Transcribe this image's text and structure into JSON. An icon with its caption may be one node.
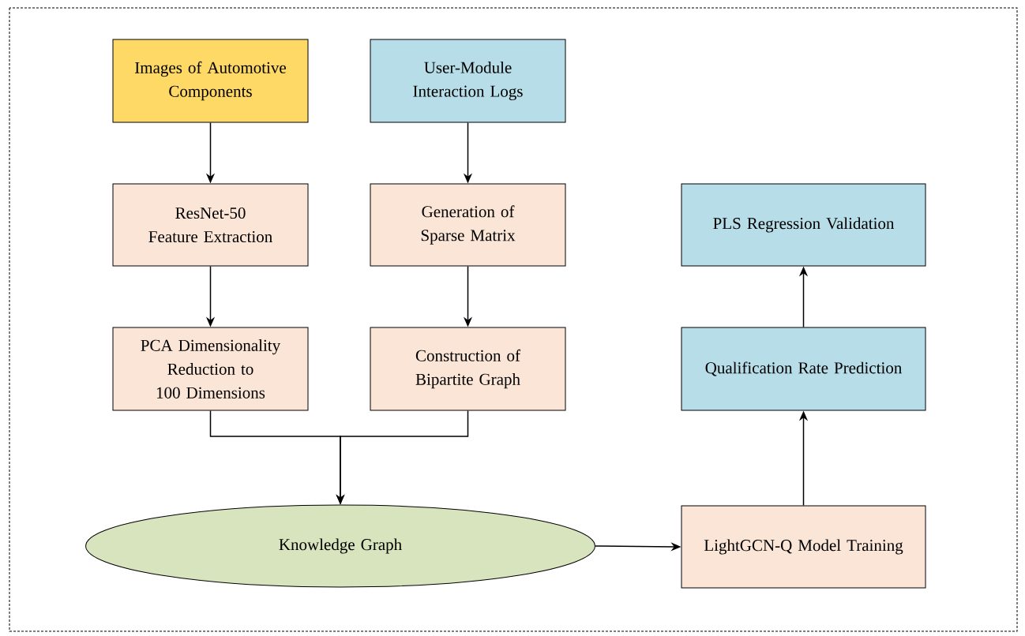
{
  "diagram": {
    "nodes": [
      {
        "text": [
          "Images of Automotive Components"
        ]
      },
      {
        "text": [
          "User-Module Interaction Logs"
        ]
      },
      {
        "text": [
          "ResNet-50 Feature Extraction"
        ]
      },
      {
        "text": [
          "Generation of Sparse Matrix"
        ]
      },
      {
        "text": [
          "PCA Dimensionality Reduction to 100 Dimensions"
        ]
      },
      {
        "text": [
          "Construction of Bipartite Graph"
        ]
      },
      {
        "text": [
          "Knowledge Graph"
        ]
      },
      {
        "text": [
          "LightGCN-Q Model Training"
        ]
      },
      {
        "text": [
          "Qualification Rate Prediction"
        ]
      },
      {
        "text": [
          "PLS Regression Validation"
        ]
      }
    ],
    "edges": [
      {
        "from": 0,
        "to": 2,
        "arrow": "to"
      },
      {
        "from": 2,
        "to": 4,
        "arrow": "to"
      },
      {
        "from": 1,
        "to": 3,
        "arrow": "to"
      },
      {
        "from": 3,
        "to": 5,
        "arrow": "to"
      },
      {
        "from": 4,
        "to": 6,
        "arrow": "to"
      },
      {
        "from": 5,
        "to": 6,
        "arrow": "to"
      },
      {
        "from": 6,
        "to": 7,
        "arrow": "to"
      },
      {
        "from": 7,
        "to": 8,
        "arrow": "to"
      },
      {
        "from": 8,
        "to": 9,
        "arrow": "to"
      }
    ]
  }
}
